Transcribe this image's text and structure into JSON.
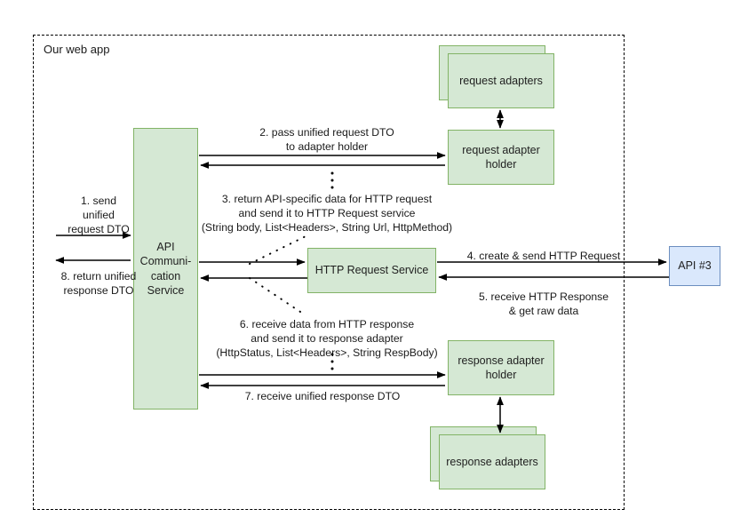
{
  "diagram": {
    "boundary_label": "Our web app",
    "nodes": [
      {
        "id": "api_comm_service",
        "label": "API\nCommuni-\ncation\nService",
        "fill": "#d5e8d4",
        "stroke": "#82b366"
      },
      {
        "id": "request_adapters",
        "label": "request adapters",
        "fill": "#d5e8d4",
        "stroke": "#82b366"
      },
      {
        "id": "request_adapter_holder",
        "label": "request adapter\nholder",
        "fill": "#d5e8d4",
        "stroke": "#82b366"
      },
      {
        "id": "http_request_service",
        "label": "HTTP Request Service",
        "fill": "#d5e8d4",
        "stroke": "#82b366"
      },
      {
        "id": "response_adapter_holder",
        "label": "response adapter\nholder",
        "fill": "#d5e8d4",
        "stroke": "#82b366"
      },
      {
        "id": "response_adapters",
        "label": "response adapters",
        "fill": "#d5e8d4",
        "stroke": "#82b366"
      },
      {
        "id": "api3",
        "label": "API #3",
        "fill": "#dae8fc",
        "stroke": "#6c8ebf"
      }
    ],
    "edge_labels": {
      "step1": "1. send\nunified\nrequest DTO",
      "step8": "8. return unified\nresponse DTO",
      "step2": "2. pass unified request DTO\nto adapter holder",
      "step3": "3. return API-specific data for HTTP request\nand send it to HTTP Request service\n(String body, List<Headers>, String Url, HttpMethod)",
      "step4": "4. create & send HTTP Request",
      "step5": "5. receive HTTP Response\n& get raw data",
      "step6": "6. receive data from HTTP response\nand send it to response adapter\n(HttpStatus, List<Headers>, String RespBody)",
      "step7": "7. receive unified response DTO"
    },
    "colors": {
      "green_fill": "#d5e8d4",
      "green_stroke": "#82b366",
      "blue_fill": "#dae8fc",
      "blue_stroke": "#6c8ebf",
      "line": "#000000",
      "text": "#1a1a1a"
    }
  }
}
